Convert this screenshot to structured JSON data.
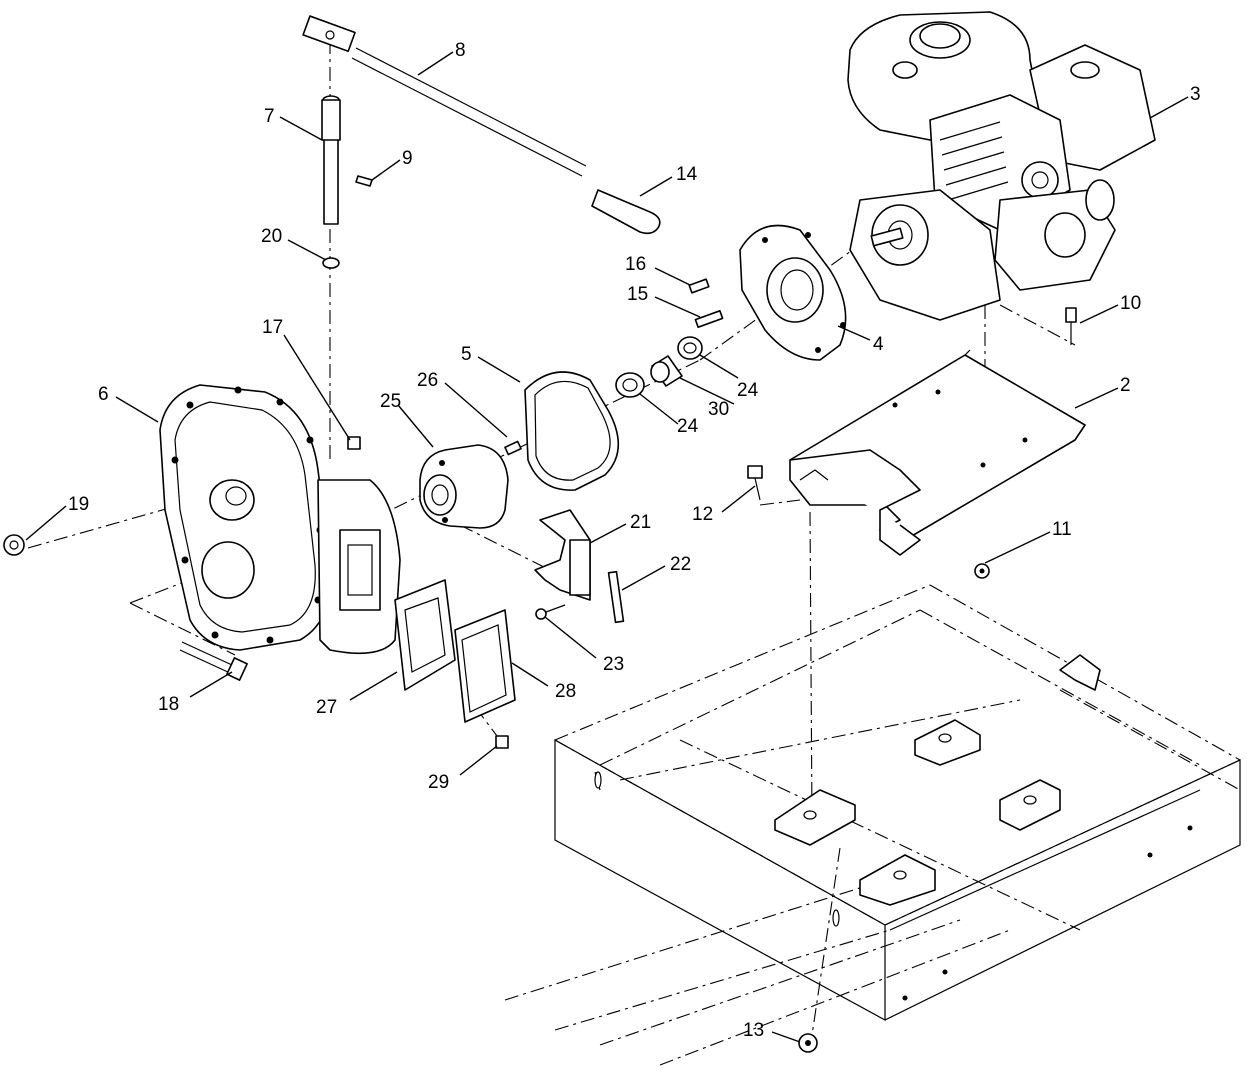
{
  "callouts": [
    {
      "id": "c1",
      "label": "2"
    },
    {
      "id": "c2",
      "label": "3"
    },
    {
      "id": "c3",
      "label": "4"
    },
    {
      "id": "c4",
      "label": "5"
    },
    {
      "id": "c5",
      "label": "6"
    },
    {
      "id": "c6",
      "label": "7"
    },
    {
      "id": "c7",
      "label": "8"
    },
    {
      "id": "c8",
      "label": "9"
    },
    {
      "id": "c9",
      "label": "10"
    },
    {
      "id": "c10",
      "label": "11"
    },
    {
      "id": "c11",
      "label": "12"
    },
    {
      "id": "c12",
      "label": "13"
    },
    {
      "id": "c13",
      "label": "14"
    },
    {
      "id": "c14",
      "label": "15"
    },
    {
      "id": "c15",
      "label": "16"
    },
    {
      "id": "c16",
      "label": "17"
    },
    {
      "id": "c17",
      "label": "18"
    },
    {
      "id": "c18",
      "label": "19"
    },
    {
      "id": "c19",
      "label": "20"
    },
    {
      "id": "c20",
      "label": "21"
    },
    {
      "id": "c21",
      "label": "22"
    },
    {
      "id": "c22",
      "label": "23"
    },
    {
      "id": "c23",
      "label": "24"
    },
    {
      "id": "c24",
      "label": "24"
    },
    {
      "id": "c25",
      "label": "25"
    },
    {
      "id": "c26",
      "label": "26"
    },
    {
      "id": "c27",
      "label": "27"
    },
    {
      "id": "c28",
      "label": "28"
    },
    {
      "id": "c29",
      "label": "29"
    },
    {
      "id": "c30",
      "label": "30"
    }
  ],
  "colors": {
    "line": "#000000",
    "background": "#ffffff"
  }
}
